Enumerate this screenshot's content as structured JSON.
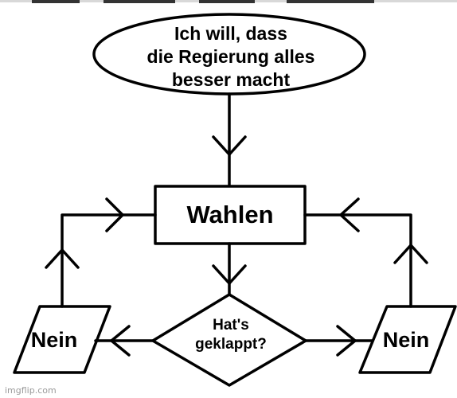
{
  "flowchart": {
    "start": {
      "lines": [
        "Ich will, dass",
        "die Regierung alles",
        "besser macht"
      ]
    },
    "process": {
      "label": "Wahlen"
    },
    "decision": {
      "lines": [
        "Hat's",
        "geklappt?"
      ]
    },
    "output_left": {
      "label": "Nein"
    },
    "output_right": {
      "label": "Nein"
    }
  },
  "watermark": "imgflip.com",
  "colors": {
    "stroke": "#000000",
    "background": "#ffffff",
    "watermark": "#9a9a9a"
  }
}
